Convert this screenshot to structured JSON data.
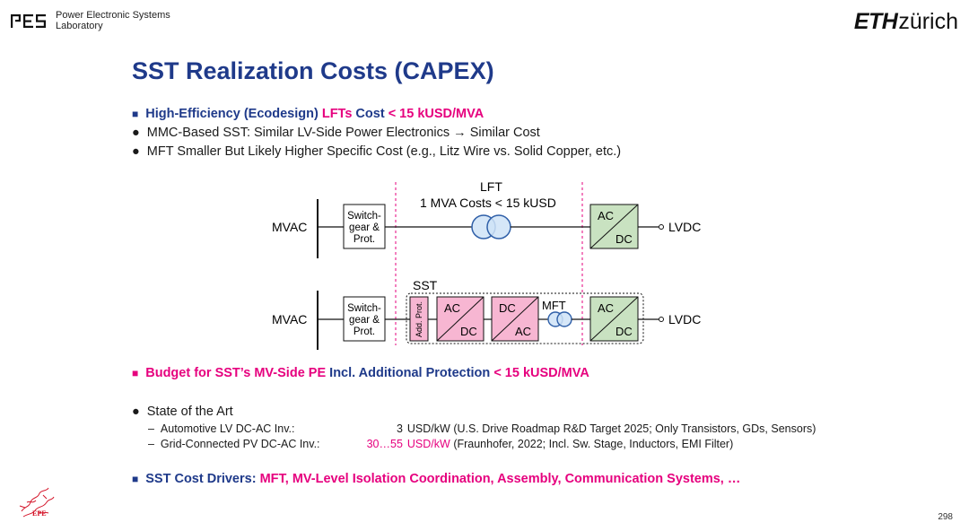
{
  "header": {
    "lab_name_line1": "Power Electronic Systems",
    "lab_name_line2": "Laboratory",
    "eth_bold": "ETH",
    "eth_regular": "zürich"
  },
  "slide": {
    "title": "SST Realization Costs (CAPEX)",
    "bullet1_part1": "High-Efficiency (Ecodesign) ",
    "bullet1_part2": "LFTs",
    "bullet1_part3": " Cost ",
    "bullet1_part4": "< 15 kUSD/MVA",
    "bullet2": "MMC-Based SST: Similar LV-Side Power Electronics → Similar Cost",
    "bullet3": "MFT Smaller But Likely Higher Specific Cost (e.g., Litz Wire vs. Solid Copper, etc.)",
    "budget_part1": "Budget for SST’s MV-Side PE",
    "budget_part2": " Incl. Additional Protection ",
    "budget_part3": "< 15 kUSD/MVA",
    "state_of_art": "State of the Art",
    "sub1_label": "Automotive LV DC-AC Inv.:",
    "sub1_value": "3",
    "sub1_unit": "USD/kW",
    "sub1_note": "(U.S. Drive Roadmap R&D Target 2025; Only Transistors, GDs, Sensors)",
    "sub2_label": "Grid-Connected PV DC-AC Inv.:",
    "sub2_value": "30…55",
    "sub2_unit": "USD/kW",
    "sub2_note": "(Fraunhofer, 2022; Incl. Sw. Stage, Inductors, EMI Filter)",
    "drivers_part1": "SST Cost Drivers: ",
    "drivers_part2": "MFT, MV-Level Isolation Coordination, Assembly, Communication Systems, …",
    "page_number": "298"
  },
  "diagram": {
    "lft_label": "LFT",
    "lft_cost": "1 MVA Costs < 15 kUSD",
    "mvac": "MVAC",
    "lvdc": "LVDC",
    "switchgear_l1": "Switch-",
    "switchgear_l2": "gear &",
    "switchgear_l3": "Prot.",
    "sst_label": "SST",
    "add_prot": "Add. Prot.",
    "mft_label": "MFT",
    "ac": "AC",
    "dc": "DC"
  },
  "colors": {
    "title_blue": "#1f3a8a",
    "magenta": "#e6007e",
    "pink_fill": "#f7b6d2",
    "green_fill": "#c9e2c1",
    "transformer_blue": "#cfe3f7"
  },
  "icons": [
    "pes-logo-icon",
    "eth-logo",
    "epe-logo-icon"
  ]
}
